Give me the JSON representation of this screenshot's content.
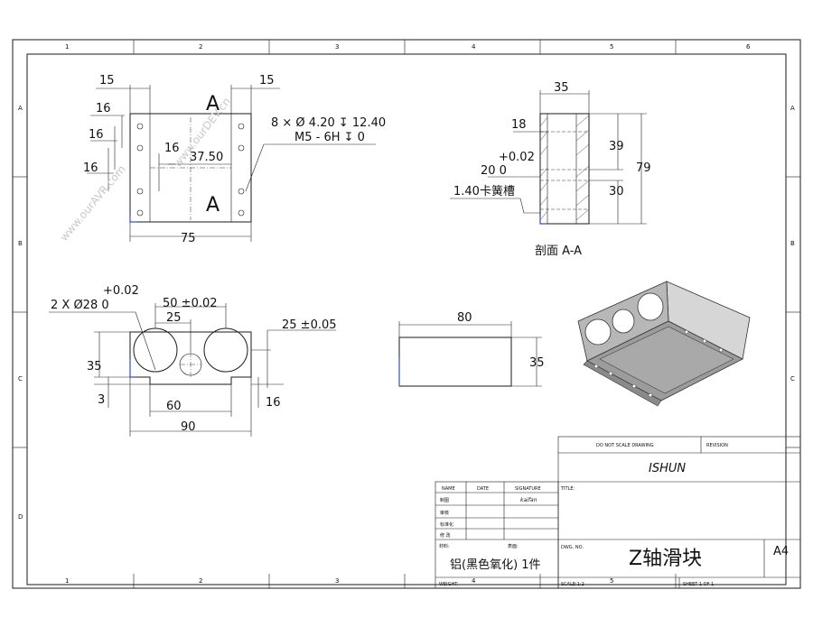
{
  "sheet": {
    "zones_top": [
      "1",
      "2",
      "3",
      "4",
      "5",
      "6"
    ],
    "zones_side": [
      "A",
      "B",
      "C",
      "D"
    ]
  },
  "front_view": {
    "dim_left_top": "15",
    "dim_right_top": "15",
    "dim_16a": "16",
    "dim_16b": "16",
    "dim_16c": "16",
    "dim_16d": "16",
    "dim_3750": "37.50",
    "dim_75": "75",
    "section_mark_top": "A",
    "section_mark_bottom": "A",
    "hole_note_1": "8 × Ø 4.20 ↧ 12.40",
    "hole_note_2": "M5 - 6H ↧ 0"
  },
  "section_view": {
    "dim_35": "35",
    "dim_18": "18",
    "dim_39": "39",
    "dim_79": "79",
    "dim_30": "30",
    "tol_upper": "+0.02",
    "dim_20": "20  0",
    "groove_note": "1.40卡簧槽",
    "caption": "剖面 A-A"
  },
  "bottom_view": {
    "tol_upper": "+0.02",
    "bore_note": "2 X Ø28  0",
    "dim_50": "50 ±0.02",
    "dim_25": "25",
    "dim_25b": "25 ±0.05",
    "dim_35": "35",
    "dim_3": "3",
    "dim_60": "60",
    "dim_16": "16",
    "dim_90": "90"
  },
  "side_view": {
    "dim_80": "80",
    "dim_35": "35"
  },
  "watermarks": [
    "www.ourDEV.cn",
    "www.ourAVR.com"
  ],
  "title_block": {
    "do_not_scale": "DO NOT SCALE DRAWING",
    "revision": "REVISION",
    "company": "ISHUN",
    "title_label": "TITLE:",
    "col_name": "NAME",
    "col_date": "DATE",
    "col_signature": "SIGNATURE",
    "rows": [
      "制图",
      "审核",
      "标准化",
      "修 改"
    ],
    "signature": "kaifan",
    "material_label": "材料:",
    "finish_label": "表面:",
    "material_value": "铝(黑色氧化)  1件",
    "weight_label": "WEIGHT:",
    "dwg_no_label": "DWG. NO.",
    "drawing_title": "Z轴滑块",
    "size": "A4",
    "scale": "SCALE:1:2",
    "sheet": "SHEET 1 OF 1"
  }
}
